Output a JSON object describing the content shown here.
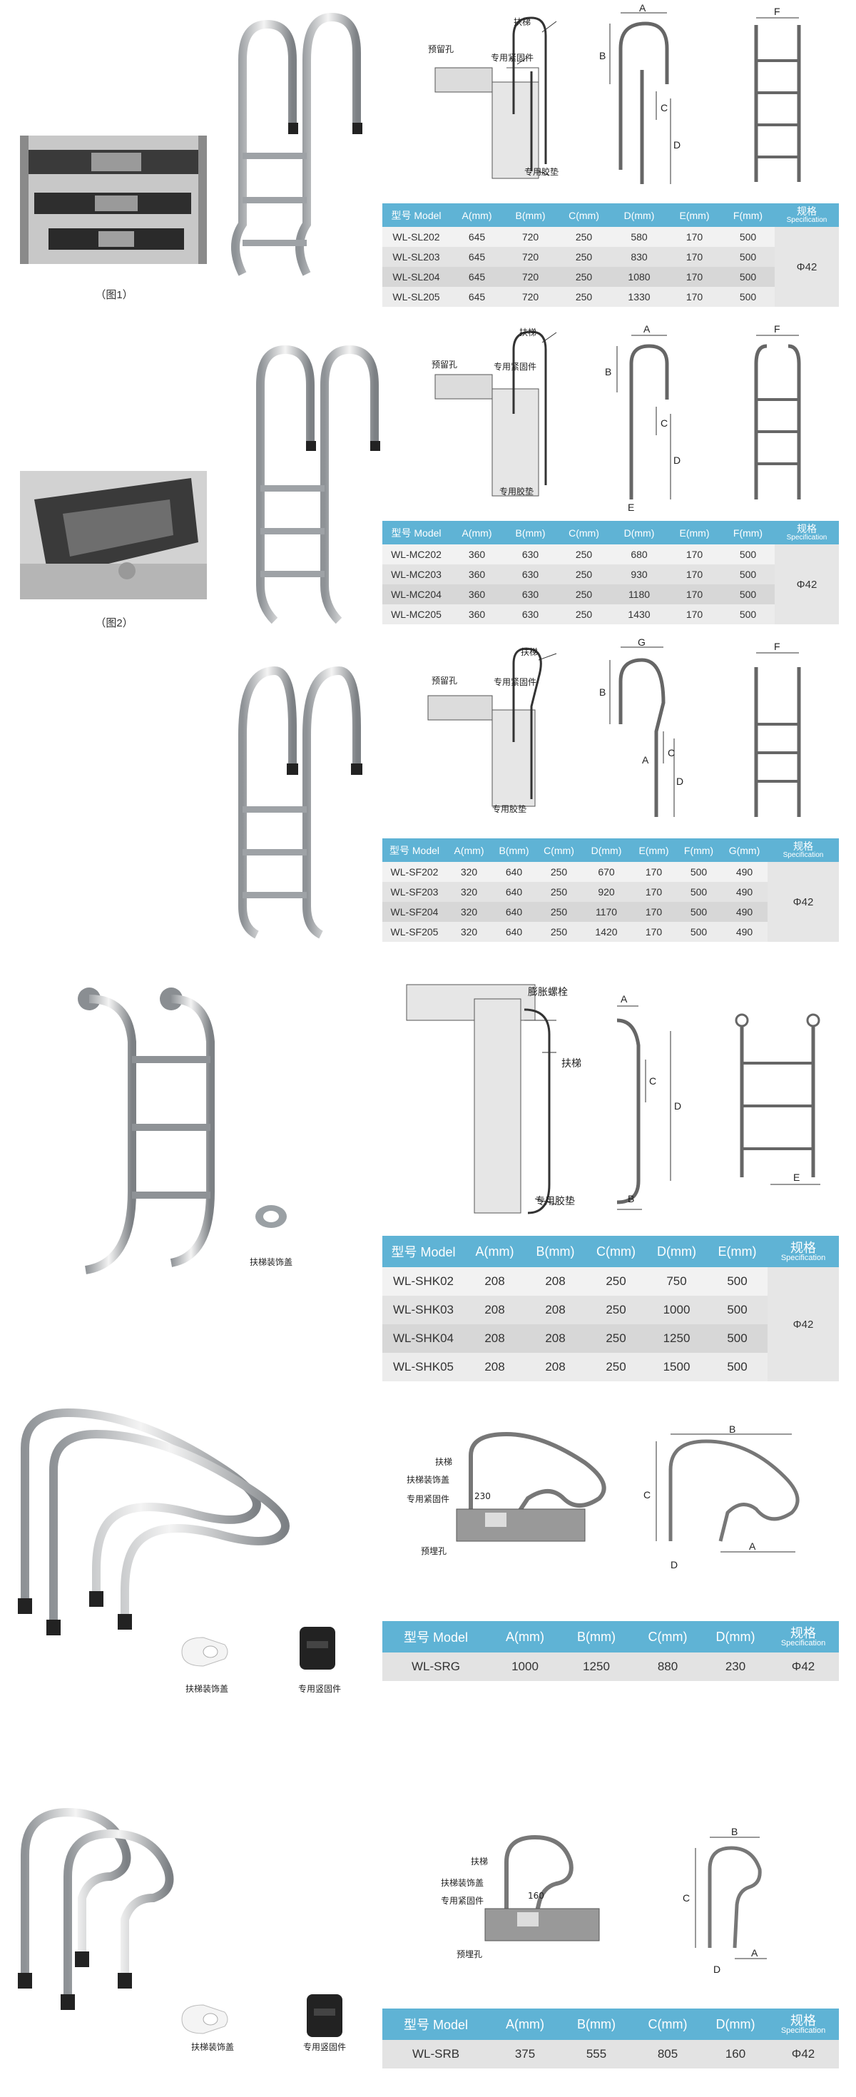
{
  "figures": {
    "fig1": "（图1）",
    "fig2": "（图2）"
  },
  "callouts": {
    "handrail": "扶梯",
    "embed_hole": "预留孔",
    "fastener": "专用紧固件",
    "rubber_pad": "专用胶垫",
    "expansion_bolt": "膨胀螺栓",
    "trim_cover": "扶梯装饰盖",
    "fastener2": "专用竖固件",
    "embed_hole2": "预埋孔"
  },
  "dim_letters": {
    "a": "A",
    "b": "B",
    "c": "C",
    "d": "D",
    "e": "E",
    "f": "F",
    "g": "G"
  },
  "dim_values": {
    "srg_d": "230",
    "srb_d": "160"
  },
  "tables": {
    "sl": {
      "headers": [
        "型号 Model",
        "A(mm)",
        "B(mm)",
        "C(mm)",
        "D(mm)",
        "E(mm)",
        "F(mm)"
      ],
      "spec_main": "规格",
      "spec_sub": "Specification",
      "spec_value": "Φ42",
      "rows": [
        [
          "WL-SL202",
          "645",
          "720",
          "250",
          "580",
          "170",
          "500"
        ],
        [
          "WL-SL203",
          "645",
          "720",
          "250",
          "830",
          "170",
          "500"
        ],
        [
          "WL-SL204",
          "645",
          "720",
          "250",
          "1080",
          "170",
          "500"
        ],
        [
          "WL-SL205",
          "645",
          "720",
          "250",
          "1330",
          "170",
          "500"
        ]
      ]
    },
    "mc": {
      "headers": [
        "型号 Model",
        "A(mm)",
        "B(mm)",
        "C(mm)",
        "D(mm)",
        "E(mm)",
        "F(mm)"
      ],
      "spec_main": "规格",
      "spec_sub": "Specification",
      "spec_value": "Φ42",
      "rows": [
        [
          "WL-MC202",
          "360",
          "630",
          "250",
          "680",
          "170",
          "500"
        ],
        [
          "WL-MC203",
          "360",
          "630",
          "250",
          "930",
          "170",
          "500"
        ],
        [
          "WL-MC204",
          "360",
          "630",
          "250",
          "1180",
          "170",
          "500"
        ],
        [
          "WL-MC205",
          "360",
          "630",
          "250",
          "1430",
          "170",
          "500"
        ]
      ]
    },
    "sf": {
      "headers": [
        "型号 Model",
        "A(mm)",
        "B(mm)",
        "C(mm)",
        "D(mm)",
        "E(mm)",
        "F(mm)",
        "G(mm)"
      ],
      "spec_main": "规格",
      "spec_sub": "Specification",
      "spec_value": "Φ42",
      "rows": [
        [
          "WL-SF202",
          "320",
          "640",
          "250",
          "670",
          "170",
          "500",
          "490"
        ],
        [
          "WL-SF203",
          "320",
          "640",
          "250",
          "920",
          "170",
          "500",
          "490"
        ],
        [
          "WL-SF204",
          "320",
          "640",
          "250",
          "1170",
          "170",
          "500",
          "490"
        ],
        [
          "WL-SF205",
          "320",
          "640",
          "250",
          "1420",
          "170",
          "500",
          "490"
        ]
      ]
    },
    "shk": {
      "headers": [
        "型号 Model",
        "A(mm)",
        "B(mm)",
        "C(mm)",
        "D(mm)",
        "E(mm)"
      ],
      "spec_main": "规格",
      "spec_sub": "Specification",
      "spec_value": "Φ42",
      "rows": [
        [
          "WL-SHK02",
          "208",
          "208",
          "250",
          "750",
          "500"
        ],
        [
          "WL-SHK03",
          "208",
          "208",
          "250",
          "1000",
          "500"
        ],
        [
          "WL-SHK04",
          "208",
          "208",
          "250",
          "1250",
          "500"
        ],
        [
          "WL-SHK05",
          "208",
          "208",
          "250",
          "1500",
          "500"
        ]
      ]
    },
    "srg": {
      "headers": [
        "型号 Model",
        "A(mm)",
        "B(mm)",
        "C(mm)",
        "D(mm)"
      ],
      "spec_main": "规格",
      "spec_sub": "Specification",
      "rows": [
        [
          "WL-SRG",
          "1000",
          "1250",
          "880",
          "230",
          "Φ42"
        ]
      ]
    },
    "srb": {
      "headers": [
        "型号 Model",
        "A(mm)",
        "B(mm)",
        "C(mm)",
        "D(mm)"
      ],
      "spec_main": "规格",
      "spec_sub": "Specification",
      "rows": [
        [
          "WL-SRB",
          "375",
          "555",
          "805",
          "160",
          "Φ42"
        ]
      ]
    }
  }
}
